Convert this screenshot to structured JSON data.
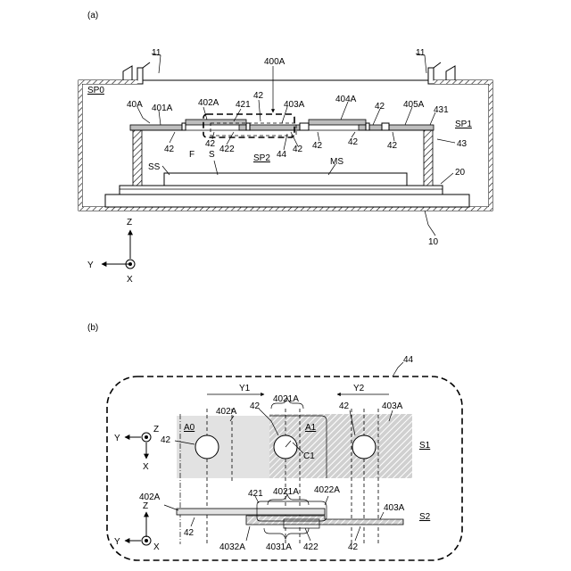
{
  "panel_a": {
    "caption": "(a)",
    "labels": {
      "11_left": "11",
      "11_right": "11",
      "400A": "400A",
      "SP0": "SP0",
      "40A": "40A",
      "401A": "401A",
      "402A": "402A",
      "42_t1": "42",
      "421": "421",
      "403A": "403A",
      "404A": "404A",
      "42_t2": "42",
      "405A": "405A",
      "431": "431",
      "SP1": "SP1",
      "42_b1": "42",
      "42_b2": "42",
      "422": "422",
      "44": "44",
      "42_b3": "42",
      "42_b4": "42",
      "42_b5": "42",
      "42_b6": "42",
      "43": "43",
      "SP2": "SP2",
      "F": "F",
      "S": "S",
      "SS": "SS",
      "MS": "MS",
      "20": "20",
      "10": "10"
    },
    "axes": {
      "z": "Z",
      "y": "Y",
      "x": "X"
    }
  },
  "panel_b": {
    "caption": "(b)",
    "labels": {
      "44": "44",
      "Y1": "Y1",
      "Y2": "Y2",
      "42_top1": "42",
      "4021A": "4021A",
      "42_top2": "42",
      "403A_top": "403A",
      "402A_top": "402A",
      "A0": "A0",
      "A1": "A1",
      "42_left": "42",
      "C1": "C1",
      "S1": "S1",
      "421": "421",
      "4021A_s2": "4021A",
      "4022A": "4022A",
      "402A_s2": "402A",
      "403A_s2": "403A",
      "S2": "S2",
      "42_bot1": "42",
      "4032A": "4032A",
      "4031A": "4031A",
      "422": "422",
      "42_bot2": "42"
    },
    "axes_top": {
      "z": "Z",
      "y": "Y",
      "x": "X"
    },
    "axes_bottom": {
      "z": "Z",
      "y": "Y",
      "x": "X"
    }
  }
}
